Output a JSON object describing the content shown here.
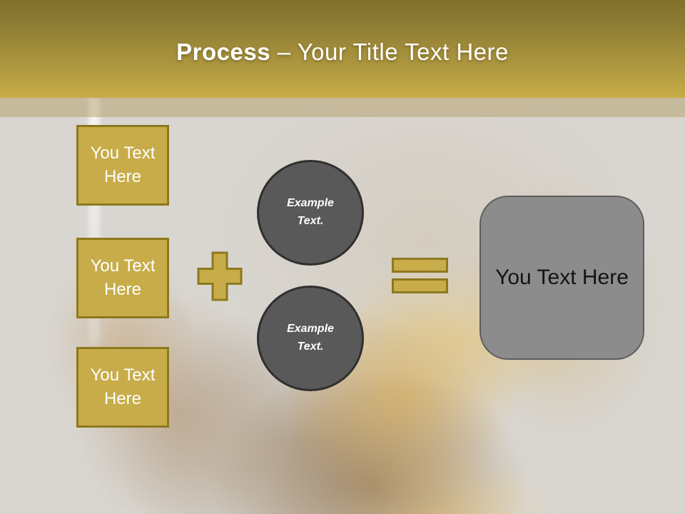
{
  "header": {
    "title_bold": "Process",
    "title_rest": " – Your Title Text Here"
  },
  "diagram": {
    "input_boxes": [
      {
        "label": "You Text Here"
      },
      {
        "label": "You Text Here"
      },
      {
        "label": "You Text Here"
      }
    ],
    "operators": {
      "plus": "+",
      "equals": "="
    },
    "circles": [
      {
        "label": "Example Text."
      },
      {
        "label": "Example Text."
      }
    ],
    "result_box": {
      "label": "You Text Here"
    }
  },
  "colors": {
    "header_gradient_top": "#82712D",
    "header_gradient_bottom": "#C7AC48",
    "band_overlay": "#B49E69",
    "gold_fill": "#C7AC49",
    "gold_border": "#8D781F",
    "circle_fill": "#595959",
    "circle_border": "#303030",
    "result_fill": "#8C8C8C",
    "result_border": "#5D5D5D",
    "title_text": "#FFFFFF",
    "result_text": "#141414",
    "background_base": "#D9D6D1"
  }
}
